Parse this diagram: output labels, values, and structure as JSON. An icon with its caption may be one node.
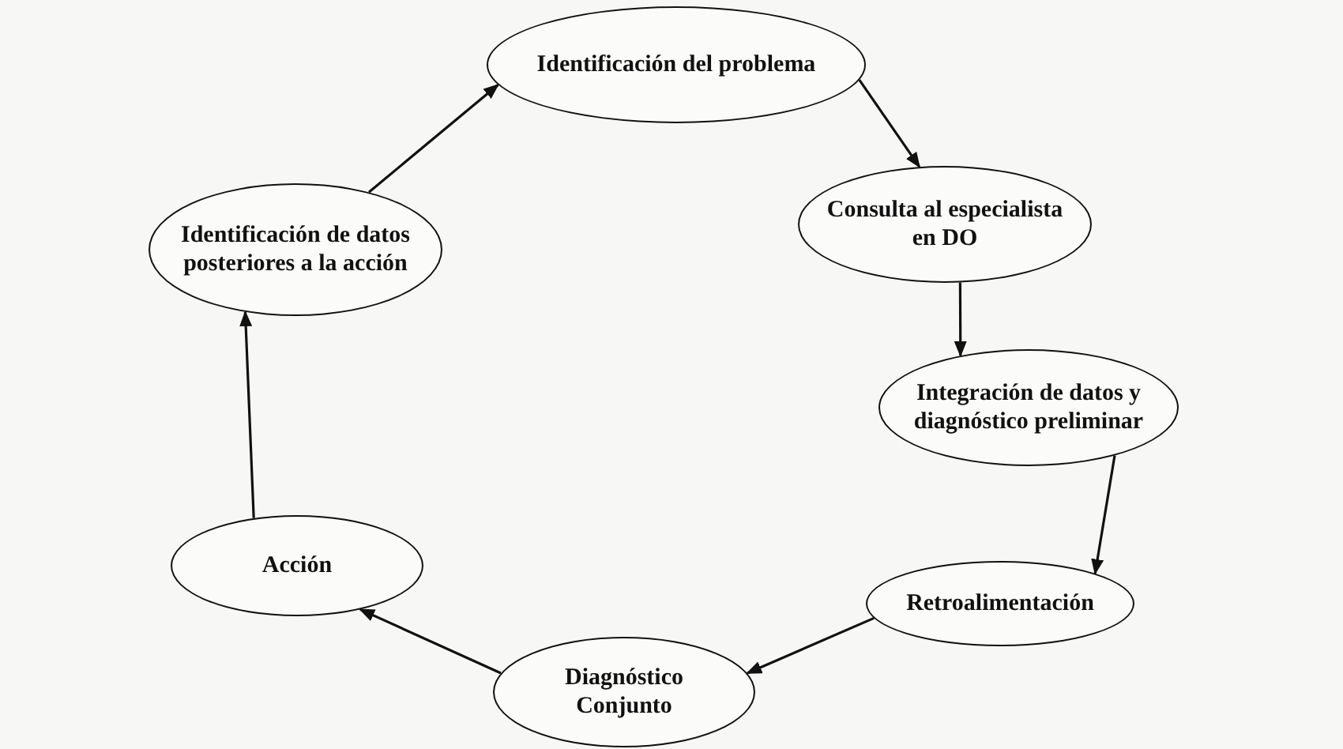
{
  "diagram": {
    "nodes": [
      {
        "text": [
          "Identificación del problema"
        ]
      },
      {
        "text": [
          "Consulta al especialista en DO"
        ]
      },
      {
        "text": [
          "Integración de datos y diagnóstico preliminar"
        ]
      },
      {
        "text": [
          "Retroalimentación"
        ]
      },
      {
        "text": [
          "Diagnóstico Conjunto"
        ]
      },
      {
        "text": [
          "Acción"
        ]
      },
      {
        "text": [
          "Identificación de datos posteriores a la acción"
        ]
      }
    ],
    "edges": [
      {
        "from": 0,
        "to": 1,
        "arrow": "to"
      },
      {
        "from": 1,
        "to": 2,
        "arrow": "to"
      },
      {
        "from": 2,
        "to": 3,
        "arrow": "to"
      },
      {
        "from": 3,
        "to": 4,
        "arrow": "to"
      },
      {
        "from": 4,
        "to": 5,
        "arrow": "to"
      },
      {
        "from": 5,
        "to": 6,
        "arrow": "to"
      },
      {
        "from": 6,
        "to": 0,
        "arrow": "to"
      }
    ]
  }
}
